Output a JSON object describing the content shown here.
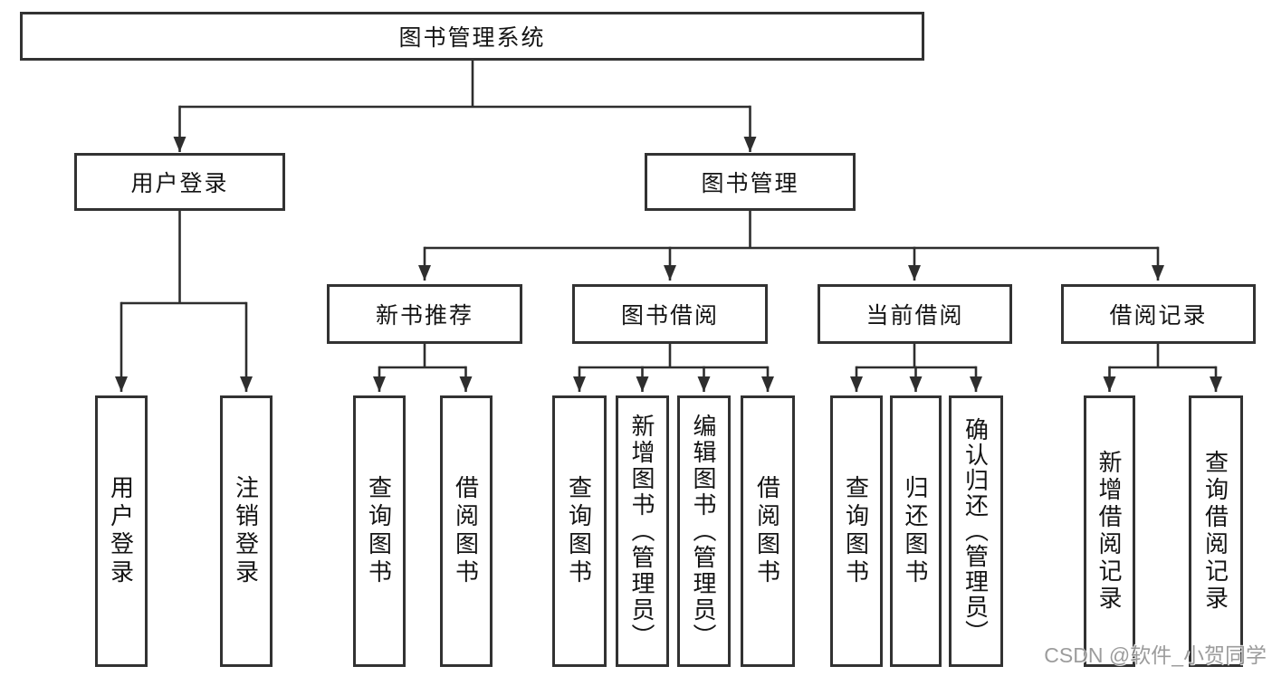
{
  "tree": {
    "root": "图书管理系统",
    "branches": [
      {
        "label": "用户登录",
        "children": [
          "用户登录",
          "注销登录"
        ]
      },
      {
        "label": "图书管理",
        "children": [
          {
            "label": "新书推荐",
            "children": [
              "查询图书",
              "借阅图书"
            ]
          },
          {
            "label": "图书借阅",
            "children": [
              "查询图书",
              "新增图书（管理员）",
              "编辑图书（管理员）",
              "借阅图书"
            ]
          },
          {
            "label": "当前借阅",
            "children": [
              "查询图书",
              "归还图书",
              "确认归还（管理员）"
            ]
          },
          {
            "label": "借阅记录",
            "children": [
              "新增借阅记录",
              "查询借阅记录"
            ]
          }
        ]
      }
    ]
  },
  "watermark": {
    "text": "CSDN @软件_小贺同学"
  },
  "colors": {
    "line": "#2e2e2e",
    "border": "#323232",
    "text": "#141414",
    "watermark": "#808080"
  }
}
